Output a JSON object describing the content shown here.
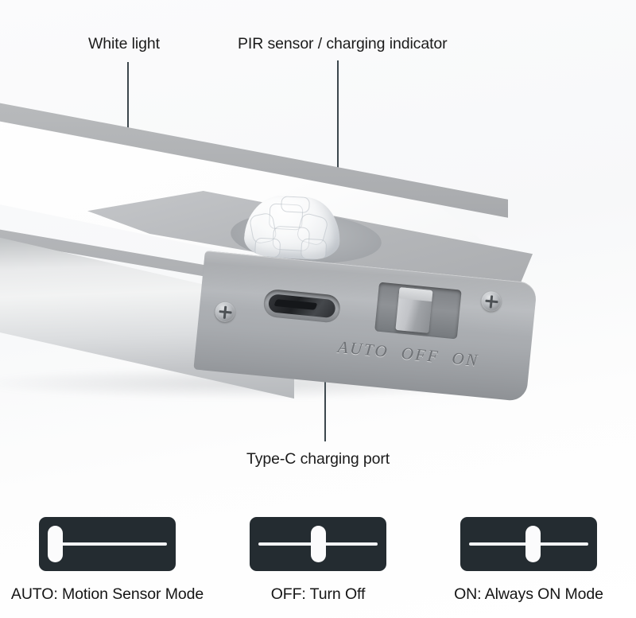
{
  "callouts": {
    "white_light": "White light",
    "pir": "PIR sensor / charging indicator",
    "type_c": "Type-C charging port"
  },
  "device": {
    "engraved_labels": [
      "AUTO",
      "OFF",
      "ON"
    ],
    "body_color": "#a8abaf",
    "diffuser_color": "#ffffff",
    "sensor_color": "#f2f4f6"
  },
  "legend": {
    "modes": [
      {
        "id": "auto",
        "caption": "AUTO: Motion Sensor Mode",
        "position": "left"
      },
      {
        "id": "off",
        "caption": "OFF: Turn Off",
        "position": "center"
      },
      {
        "id": "on",
        "caption": "ON: Always ON Mode",
        "position": "right"
      }
    ],
    "badge_color": "#242c31",
    "pill_color": "#fbfbfc"
  }
}
